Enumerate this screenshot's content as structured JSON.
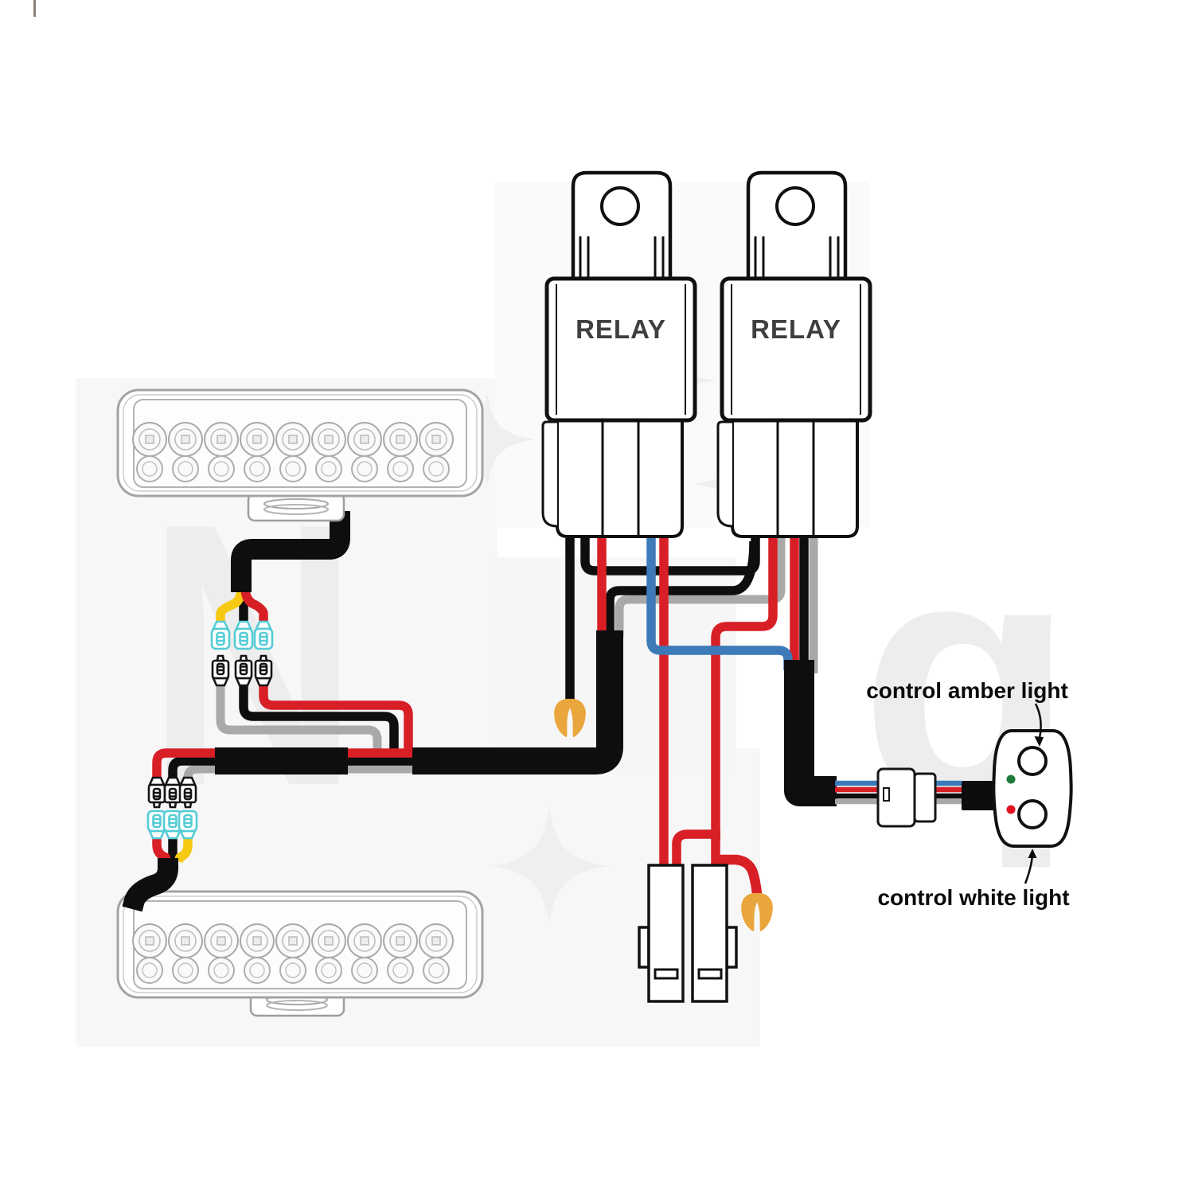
{
  "page": {
    "type": "wiring-diagram",
    "background": "#ffffff"
  },
  "labels": {
    "relay1": "RELAY",
    "relay2": "RELAY",
    "control_amber": "control amber light",
    "control_white": "control white light"
  },
  "watermarks": {
    "letter_left": "N",
    "letter_right": "q"
  },
  "colors": {
    "wire_red": "#d81f26",
    "wire_blue": "#3d7ab8",
    "wire_gray": "#a9a9a9",
    "wire_yellow": "#f6c913",
    "wire_black": "#0e0e0e",
    "connector_cyan": "#54ccd6",
    "fork_terminal_orange": "#e9a63c",
    "indicator_green": "#1f7a39",
    "indicator_red": "#e0131f",
    "relay_text": "#3f3f3f",
    "sketch_gray": "#a3a3a3",
    "watermark_gray": "#ededed"
  },
  "icons": {
    "led_light_bar": "led-light-bar",
    "relay": "relay-unit",
    "fuse_holder": "fuse-holder",
    "fork_terminal": "fork-terminal-icon",
    "female_spade_connector": "spade-connector-female-icon",
    "male_spade_connector": "spade-connector-male-icon",
    "switch_pod": "dual-button-switch-pod"
  }
}
